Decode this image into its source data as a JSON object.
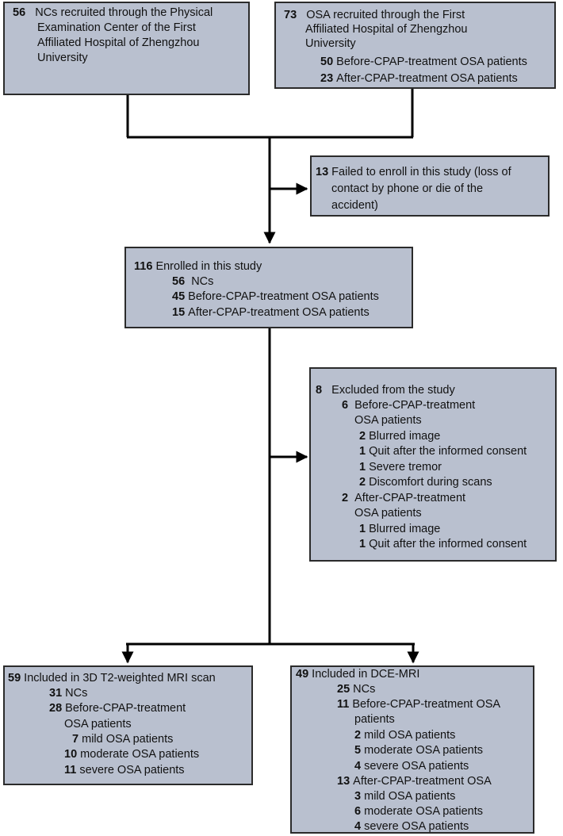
{
  "boxes": {
    "nc_recruit": {
      "lines": [
        {
          "num": "56",
          "text": "NCs recruited through the Physical"
        },
        {
          "num": "",
          "text": "Examination Center of the First"
        },
        {
          "num": "",
          "text": "Affiliated Hospital of Zhengzhou"
        },
        {
          "num": "",
          "text": "University"
        }
      ]
    },
    "osa_recruit": {
      "lines": [
        {
          "num": "73",
          "text": "OSA recruited through  the First"
        },
        {
          "num": "",
          "text": "Affiliated Hospital of Zhengzhou"
        },
        {
          "num": "",
          "text": "University"
        },
        {
          "num": "50",
          "text": "Before-CPAP-treatment OSA patients"
        },
        {
          "num": "23",
          "text": "After-CPAP-treatment OSA patients"
        }
      ]
    },
    "failed": {
      "lines": [
        {
          "num": "13",
          "text": "Failed to enroll in this study (loss of"
        },
        {
          "num": "",
          "text": "contact  by phone or die of the"
        },
        {
          "num": "",
          "text": "accident)"
        }
      ]
    },
    "enrolled": {
      "lines": [
        {
          "num": "116",
          "text": "Enrolled in this study"
        },
        {
          "num": "56",
          "text": "NCs"
        },
        {
          "num": "45",
          "text": "Before-CPAP-treatment OSA patients"
        },
        {
          "num": "15",
          "text": "After-CPAP-treatment OSA patients"
        }
      ]
    },
    "excluded": {
      "lines": [
        {
          "num": "8",
          "text": "Excluded from the study"
        },
        {
          "num": "6",
          "text": "Before-CPAP-treatment"
        },
        {
          "num": "",
          "text": "OSA patients"
        },
        {
          "num": "2",
          "text": "Blurred image"
        },
        {
          "num": "1",
          "text": "Quit after the informed consent"
        },
        {
          "num": "1",
          "text": "Severe tremor"
        },
        {
          "num": "2",
          "text": "Discomfort during scans"
        },
        {
          "num": "2",
          "text": "After-CPAP-treatment"
        },
        {
          "num": "",
          "text": "OSA patients"
        },
        {
          "num": "1",
          "text": "Blurred image"
        },
        {
          "num": "1",
          "text": "Quit after the informed consent"
        }
      ]
    },
    "t2": {
      "lines": [
        {
          "num": "59",
          "text": "Included in 3D T2-weighted MRI scan"
        },
        {
          "num": "31",
          "text": "NCs"
        },
        {
          "num": "28",
          "text": "Before-CPAP-treatment"
        },
        {
          "num": "",
          "text": "OSA patients"
        },
        {
          "num": "7",
          "text": "mild OSA patients"
        },
        {
          "num": "10",
          "text": "moderate OSA patients"
        },
        {
          "num": "11",
          "text": "severe OSA patients"
        }
      ]
    },
    "dce": {
      "lines": [
        {
          "num": "49",
          "text": "Included in DCE-MRI"
        },
        {
          "num": "25",
          "text": "NCs"
        },
        {
          "num": "11",
          "text": "Before-CPAP-treatment OSA"
        },
        {
          "num": "",
          "text": "patients"
        },
        {
          "num": "2",
          "text": "mild OSA patients"
        },
        {
          "num": "5",
          "text": "moderate OSA patients"
        },
        {
          "num": "4",
          "text": "severe OSA patients"
        },
        {
          "num": "13",
          "text": "After-CPAP-treatment OSA"
        },
        {
          "num": "3",
          "text": "mild OSA patients"
        },
        {
          "num": "6",
          "text": "moderate OSA patients"
        },
        {
          "num": "4",
          "text": "severe OSA patients"
        }
      ]
    }
  },
  "colors": {
    "box_fill": "#b9c0cf",
    "box_border": "#2b2b2b",
    "connector": "#000000"
  }
}
